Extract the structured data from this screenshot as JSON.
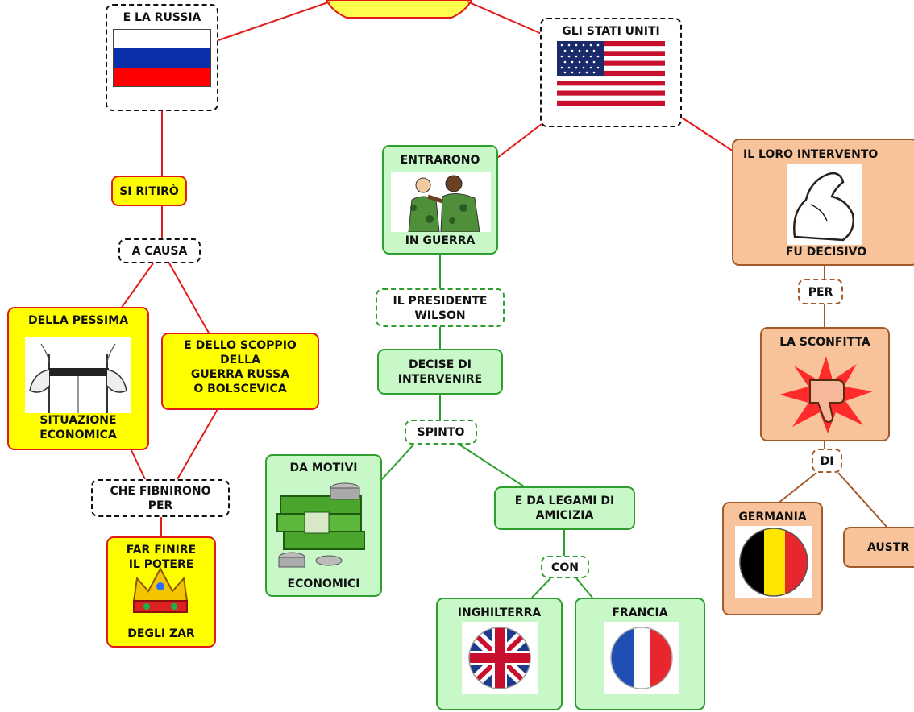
{
  "colors": {
    "red_link": "#e21a1a",
    "green_link": "#2f9e2f",
    "brown_link": "#a35a2a",
    "black_link": "#111111",
    "yellow_fill": "#ffff00",
    "green_fill": "#c8f7c8",
    "orange_fill": "#f8c39b"
  },
  "nodes": {
    "russia": {
      "label": "E LA RUSSIA"
    },
    "si_ritiro": {
      "label": "SI RITIRÒ"
    },
    "a_causa": {
      "label": "A CAUSA"
    },
    "pessima_top": {
      "label": "DELLA PESSIMA"
    },
    "pessima_bottom": {
      "label": "SITUAZIONE\nECONOMICA"
    },
    "scoppio": {
      "label": "E DELLO SCOPPIO\nDELLA\nGUERRA RUSSA\nO BOLSCEVICA"
    },
    "che_finirono": {
      "label": "CHE FIBNIRONO\nPER"
    },
    "far_finire_top": {
      "label": "FAR FINIRE\nIL POTERE"
    },
    "far_finire_bottom": {
      "label": "DEGLI ZAR"
    },
    "usa": {
      "label": "GLI STATI UNITI"
    },
    "entrarono_top": {
      "label": "ENTRARONO"
    },
    "entrarono_bottom": {
      "label": "IN GUERRA"
    },
    "wilson": {
      "label": "IL PRESIDENTE\nWILSON"
    },
    "decise": {
      "label": "DECISE DI\nINTERVENIRE"
    },
    "spinto": {
      "label": "SPINTO"
    },
    "motivi_top": {
      "label": "DA MOTIVI"
    },
    "motivi_bottom": {
      "label": "ECONOMICI"
    },
    "legami": {
      "label": "E DA LEGAMI DI\nAMICIZIA"
    },
    "con": {
      "label": "CON"
    },
    "inghilterra": {
      "label": "INGHILTERRA"
    },
    "francia": {
      "label": "FRANCIA"
    },
    "intervento_top": {
      "label": "IL LORO INTERVENTO"
    },
    "intervento_bottom": {
      "label": "FU DECISIVO"
    },
    "per": {
      "label": "PER"
    },
    "sconfitta": {
      "label": "LA SCONFITTA"
    },
    "di": {
      "label": "DI"
    },
    "germania": {
      "label": "GERMANIA"
    },
    "austria": {
      "label": "AUSTR"
    }
  },
  "icons": {
    "russia_flag": "russian-flag-icon",
    "usa_flag": "us-flag-icon",
    "soldiers": "soldiers-icon",
    "empty_pockets": "empty-pockets-icon",
    "crown": "crown-icon",
    "money": "money-stacks-icon",
    "muscle": "flexed-arm-icon",
    "thumbs_down": "thumbs-down-icon",
    "uk_flag": "uk-flag-icon",
    "france_flag": "france-flag-icon",
    "germany_flag": "germany-flag-icon"
  }
}
